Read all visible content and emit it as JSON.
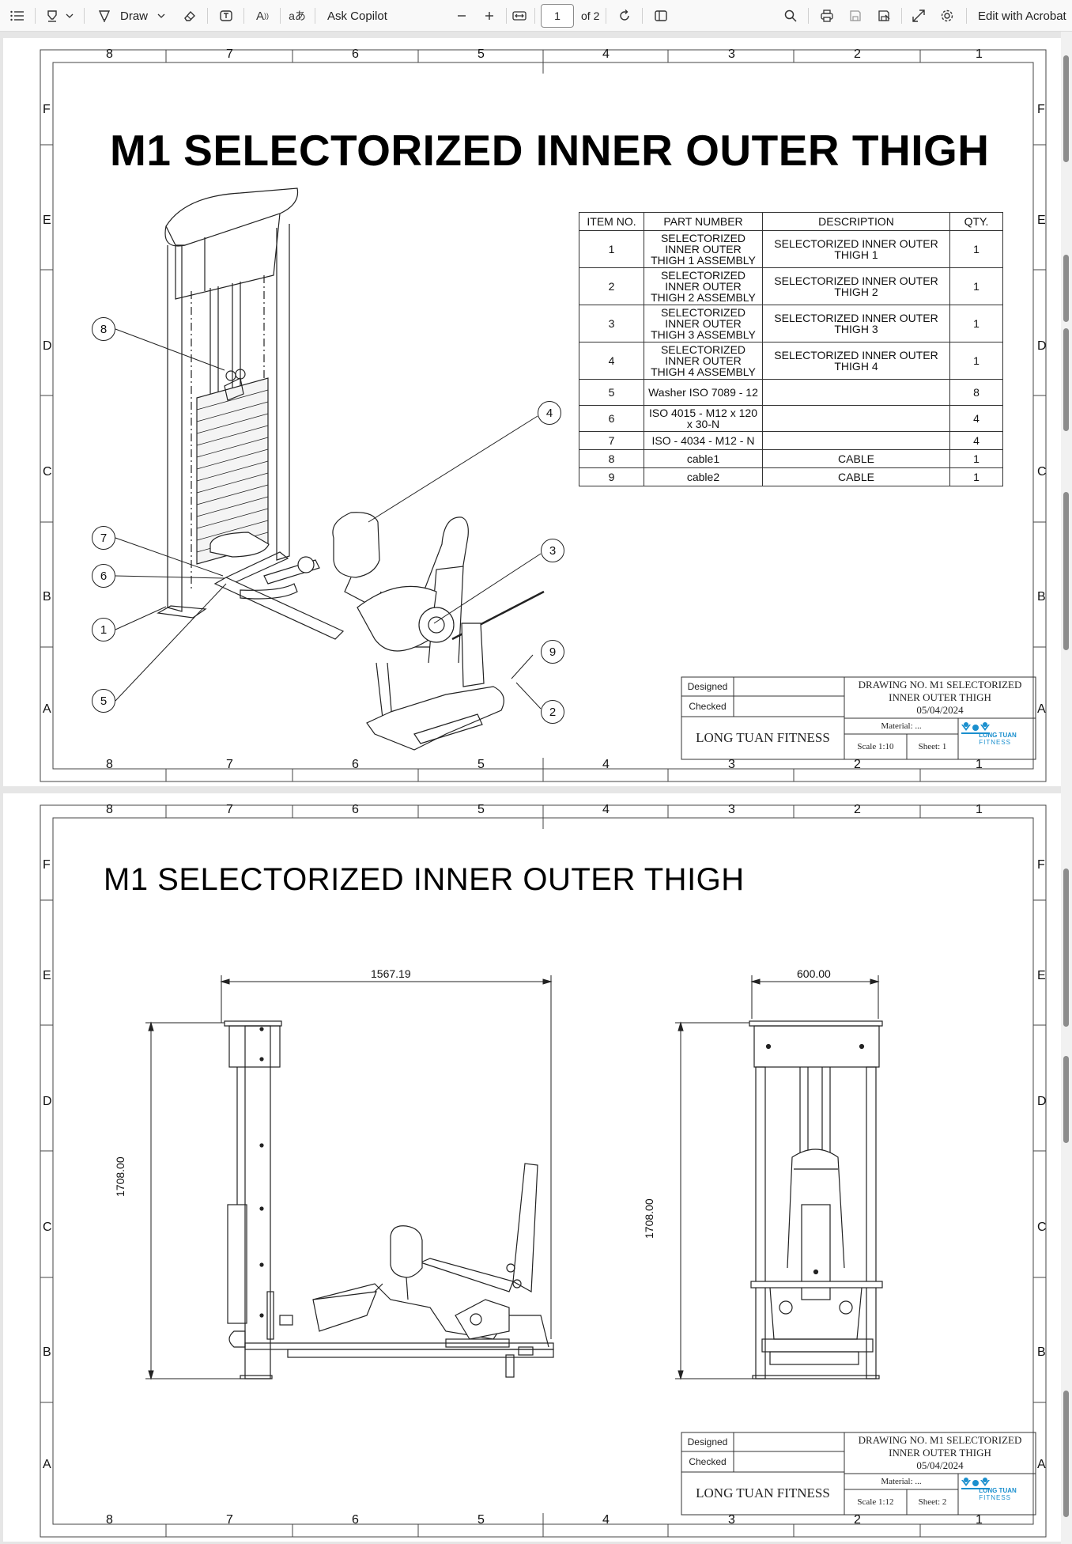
{
  "toolbar": {
    "draw_label": "Draw",
    "ask_copilot_label": "Ask Copilot",
    "page_current": "1",
    "page_total_label": "of 2",
    "edit_acrobat_label": "Edit with Acrobat"
  },
  "zones": {
    "columns": [
      "8",
      "7",
      "6",
      "5",
      "4",
      "3",
      "2",
      "1"
    ],
    "rows": [
      "F",
      "E",
      "D",
      "C",
      "B",
      "A"
    ]
  },
  "sheet1": {
    "title": "M1 SELECTORIZED INNER OUTER THIGH",
    "bom": {
      "headers": [
        "ITEM NO.",
        "PART NUMBER",
        "DESCRIPTION",
        "QTY."
      ],
      "rows": [
        [
          "1",
          "SELECTORIZED INNER OUTER THIGH 1 ASSEMBLY",
          "SELECTORIZED INNER OUTER THIGH 1",
          "1"
        ],
        [
          "2",
          "SELECTORIZED INNER OUTER THIGH 2 ASSEMBLY",
          "SELECTORIZED INNER OUTER THIGH 2",
          "1"
        ],
        [
          "3",
          "SELECTORIZED INNER OUTER THIGH 3 ASSEMBLY",
          "SELECTORIZED INNER OUTER THIGH 3",
          "1"
        ],
        [
          "4",
          "SELECTORIZED INNER OUTER THIGH 4 ASSEMBLY",
          "SELECTORIZED INNER OUTER THIGH 4",
          "1"
        ],
        [
          "5",
          "Washer ISO 7089 - 12",
          "",
          "8"
        ],
        [
          "6",
          "ISO 4015 - M12 x 120 x 30-N",
          "",
          "4"
        ],
        [
          "7",
          "ISO - 4034 - M12 - N",
          "",
          "4"
        ],
        [
          "8",
          "cable1",
          "CABLE",
          "1"
        ],
        [
          "9",
          "cable2",
          "CABLE",
          "1"
        ]
      ]
    },
    "balloons": [
      "8",
      "4",
      "7",
      "6",
      "3",
      "1",
      "9",
      "5",
      "2"
    ],
    "title_block": {
      "designed": "Designed",
      "checked": "Checked",
      "company": "LONG TUAN FITNESS",
      "drawing_line1": "DRAWING NO. M1 SELECTORIZED",
      "drawing_line2": "INNER OUTER THIGH",
      "date": "05/04/2024",
      "material": "Material: ...",
      "scale": "Scale 1:10",
      "sheet": "Sheet: 1",
      "logo_top": "LONG TUAN",
      "logo_bottom": "FITNESS"
    }
  },
  "sheet2": {
    "title": "M1 SELECTORIZED INNER OUTER THIGH",
    "dims": {
      "side_width": "1567.19",
      "side_height": "1708.00",
      "front_width": "600.00",
      "front_height": "1708.00"
    },
    "title_block": {
      "designed": "Designed",
      "checked": "Checked",
      "company": "LONG TUAN FITNESS",
      "drawing_line1": "DRAWING NO. M1 SELECTORIZED",
      "drawing_line2": "INNER OUTER THIGH",
      "date": "05/04/2024",
      "material": "Material: ...",
      "scale": "Scale 1:12",
      "sheet": "Sheet: 2",
      "logo_top": "LONG TUAN",
      "logo_bottom": "FITNESS"
    }
  }
}
